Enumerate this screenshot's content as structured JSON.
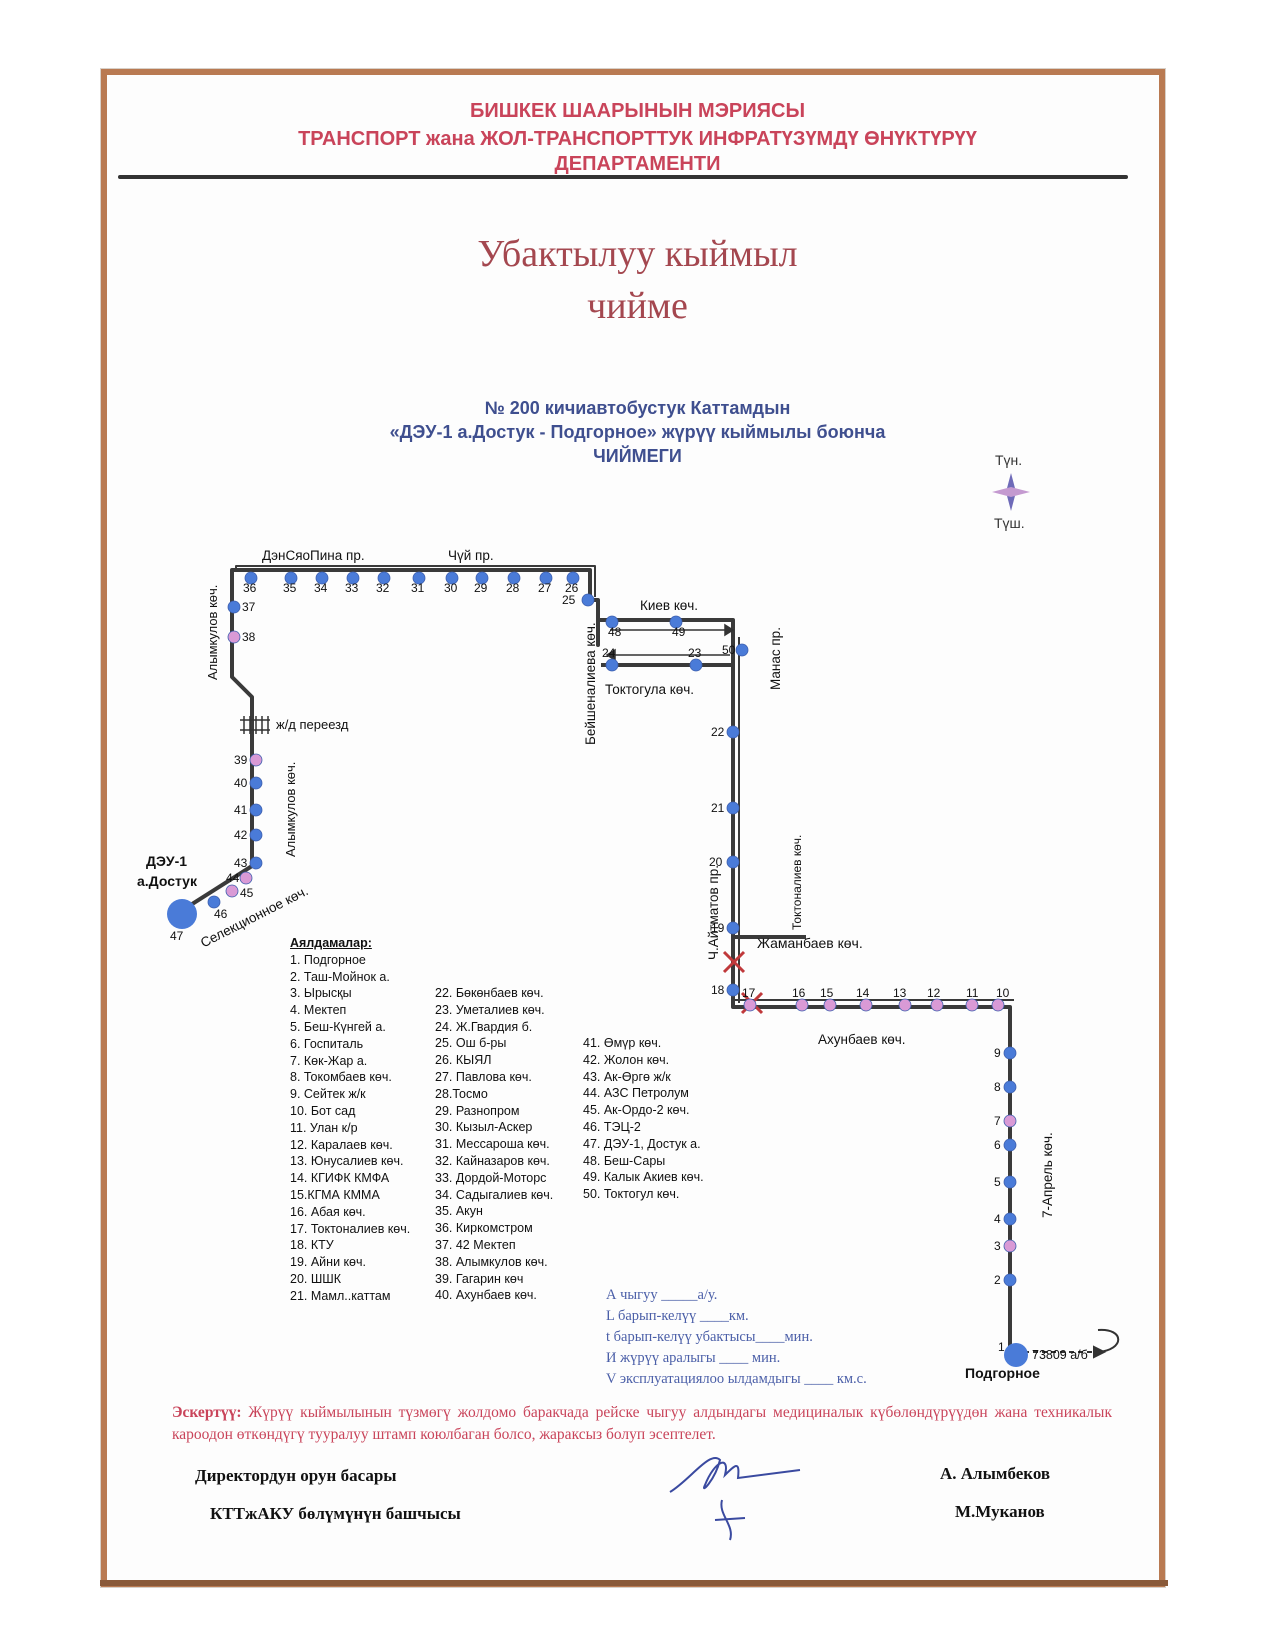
{
  "header": {
    "line1": "БИШКЕК ШААРЫНЫН МЭРИЯСЫ",
    "line2": "ТРАНСПОРТ жана ЖОЛ-ТРАНСПОРТТУК ИНФРАТҮЗҮМДҮ ӨНҮКТҮРҮҮ",
    "line3": "ДЕПАРТАМЕНТИ"
  },
  "title": {
    "line1": "Убактылуу кыймыл",
    "line2": "чийме"
  },
  "subtitle": {
    "line1": "№ 200  кичиавтобустук Каттамдын",
    "line2": "«ДЭУ-1 а.Достук  - Подгорное»  жүрүү кыймылы боюнча",
    "line3": "ЧИЙМЕГИ"
  },
  "compass": {
    "north": "Түн.",
    "south": "Түш."
  },
  "map": {
    "streets": {
      "densyaopina": "ДэнСяоПина пр.",
      "chuy": "Чүй пр.",
      "kiev": "Киев көч.",
      "toktogula": "Токтогула көч.",
      "manas": "Манас пр.",
      "beishenalieva": "Бейшеналиева көч.",
      "alymkulov_top": "Алымкулов көч.",
      "alymkulov_bottom": "Алымкулов көч.",
      "railway": "ж/д переезд",
      "selektsionnoe": "Селекционное көч.",
      "aitmatov": "Ч.Айтматов пр.",
      "toktonaliev": "Токтоналиев көч.",
      "zhamanbaev": "Жаманбаев көч.",
      "akhunbaev": "Ахунбаев көч.",
      "april7": "7-Апрель көч."
    },
    "terminal_start": "ДЭУ-1\nа.Достук",
    "terminal_start_1": "ДЭУ-1",
    "terminal_start_2": "а.Достук",
    "terminal_end": "Подгорное",
    "garage": "73809 а/б",
    "colors": {
      "route": "#3a3a3a",
      "stop": "#4a7bd8",
      "stop_alt": "#d99ad6",
      "closed": "#c0393b",
      "header": "#c9445a",
      "subtitle": "#3f4f8f"
    }
  },
  "stops_title": "Аялдамалар:",
  "stops": [
    "1. Подгорное",
    "2. Таш-Мойнок а.",
    "3. Ырысқы",
    "4. Мектеп",
    "5. Беш-Күнгей а.",
    "6. Госпиталь",
    "7. Көк-Жар а.",
    "8. Токомбаев көч.",
    "9. Сейтек ж/к",
    "10. Бот сад",
    "11. Улан к/р",
    "12. Каралаев көч.",
    "13. Юнусалиев көч.",
    "14. КГИФК КМФА",
    "15.КГМА КММА",
    "16. Абая көч.",
    "17. Токтоналиев көч.",
    "18. КТУ",
    "19. Айни көч.",
    "20. ШШК",
    "21. Мамл..каттам",
    "22. Бөкөнбаев көч.",
    "23. Уметалиев көч.",
    "24. Ж.Гвардия б.",
    "25. Ош б-ры",
    "26. КЫЯЛ",
    "27. Павлова көч.",
    "28.Тосмо",
    "29. Разнопром",
    "30. Кызыл-Аскер",
    "31. Мессароша көч.",
    "32. Кайназаров көч.",
    "33. Дордой-Моторс",
    "34. Садыгалиев көч.",
    "35. Акун",
    "36. Киркомстром",
    "37. 42 Мектеп",
    "38. Алымкулов көч.",
    "39. Гагарин көч",
    "40. Ахунбаев көч.",
    "41. Өмүр көч.",
    "42. Жолон көч.",
    "43. Ак-Өргө ж/к",
    "44. АЗС Петролум",
    "45. Ак-Ордо-2 көч.",
    "46. ТЭЦ-2",
    "47. ДЭУ-1, Достук а.",
    "48. Беш-Сары",
    "49. Калык Акиев көч.",
    "50. Токтогул көч."
  ],
  "metrics": [
    "А чыгуу  _____а/у.",
    "L барып-келүү  ____км.",
    "t барып-келүү убактысы____мин.",
    "И жүрүү аралыгы ____   мин.",
    "V эксплуатациялоо ылдамдыгы ____ км.с."
  ],
  "note": {
    "label": "Эскертүү:",
    "text": " Жүрүү кыймылынын түзмөгү жолдомо баракчада рейске чыгуу алдындагы медициналык күбөлөндүрүүдөн жана техникалык кароодон өткөндүгү тууралуу штамп коюлбаган болсо, жараксыз болуп эсептелет."
  },
  "signatures": {
    "left1": "Директордун орун басары",
    "left2": "КТТжАКУ  бөлүмүнүн башчысы",
    "right1": "А. Алымбеков",
    "right2": "М.Муканов"
  }
}
